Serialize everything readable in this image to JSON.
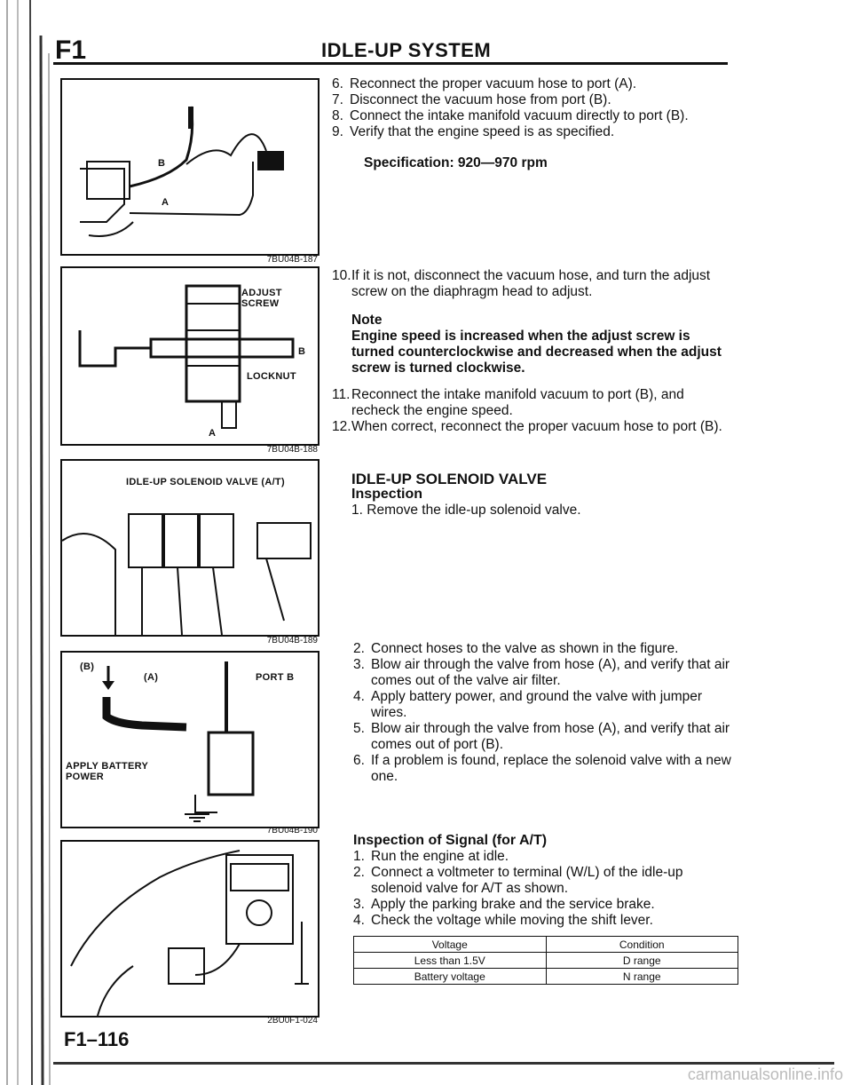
{
  "header": {
    "section_code": "F1",
    "title": "IDLE-UP SYSTEM"
  },
  "figures": [
    {
      "code": "7BU04B-187",
      "labels": [
        "B",
        "A"
      ]
    },
    {
      "code": "7BU04B-188",
      "labels": [
        "ADJUST SCREW",
        "B",
        "LOCKNUT",
        "A"
      ]
    },
    {
      "code": "7BU04B-189",
      "labels": [
        "IDLE-UP SOLENOID VALVE (A/T)"
      ]
    },
    {
      "code": "7BU04B-190",
      "labels": [
        "(B)",
        "(A)",
        "PORT B",
        "APPLY BATTERY POWER"
      ]
    },
    {
      "code": "2BU0F1-024",
      "labels": []
    }
  ],
  "steps_a": [
    {
      "n": "6.",
      "text": "Reconnect the proper vacuum hose to port (A)."
    },
    {
      "n": "7.",
      "text": "Disconnect the vacuum hose from port (B)."
    },
    {
      "n": "8.",
      "text": "Connect the intake manifold vacuum directly to port (B)."
    },
    {
      "n": "9.",
      "text": "Verify that the engine speed is as specified."
    }
  ],
  "specification": "Specification: 920—970 rpm",
  "step_10": {
    "n": "10.",
    "text": "If it is not, disconnect the vacuum hose, and turn the adjust screw on the diaphragm head to adjust."
  },
  "note": {
    "title": "Note",
    "text": "Engine speed is increased when the adjust screw is turned counterclockwise and decreased when the adjust screw is turned clockwise."
  },
  "steps_b": [
    {
      "n": "11.",
      "text": "Reconnect the intake manifold vacuum to port (B), and recheck the engine speed."
    },
    {
      "n": "12.",
      "text": "When correct, reconnect the proper vacuum hose to port (B)."
    }
  ],
  "solenoid": {
    "title": "IDLE-UP SOLENOID VALVE",
    "subtitle": "Inspection",
    "step1": {
      "n": "1.",
      "text": "Remove the idle-up solenoid valve."
    },
    "steps": [
      {
        "n": "2.",
        "text": "Connect hoses to the valve as shown in the figure."
      },
      {
        "n": "3.",
        "text": "Blow air through the valve from hose (A), and verify that air comes out of the valve air filter."
      },
      {
        "n": "4.",
        "text": "Apply battery power, and ground the valve with jumper wires."
      },
      {
        "n": "5.",
        "text": "Blow air through the valve from hose (A), and verify that air comes out of port (B)."
      },
      {
        "n": "6.",
        "text": "If a problem is found, replace the solenoid valve with a new one."
      }
    ]
  },
  "signal": {
    "title": "Inspection of Signal (for A/T)",
    "steps": [
      {
        "n": "1.",
        "text": "Run the engine at idle."
      },
      {
        "n": "2.",
        "text": "Connect a voltmeter to terminal (W/L) of the idle-up solenoid valve for A/T as shown."
      },
      {
        "n": "3.",
        "text": "Apply the parking brake and the service brake."
      },
      {
        "n": "4.",
        "text": "Check the voltage while moving the shift lever."
      }
    ]
  },
  "table": {
    "headers": [
      "Voltage",
      "Condition"
    ],
    "rows": [
      [
        "Less than 1.5V",
        "D range"
      ],
      [
        "Battery voltage",
        "N range"
      ]
    ]
  },
  "footer": {
    "page": "F1–116"
  },
  "watermark": "carmanualsonline.info"
}
